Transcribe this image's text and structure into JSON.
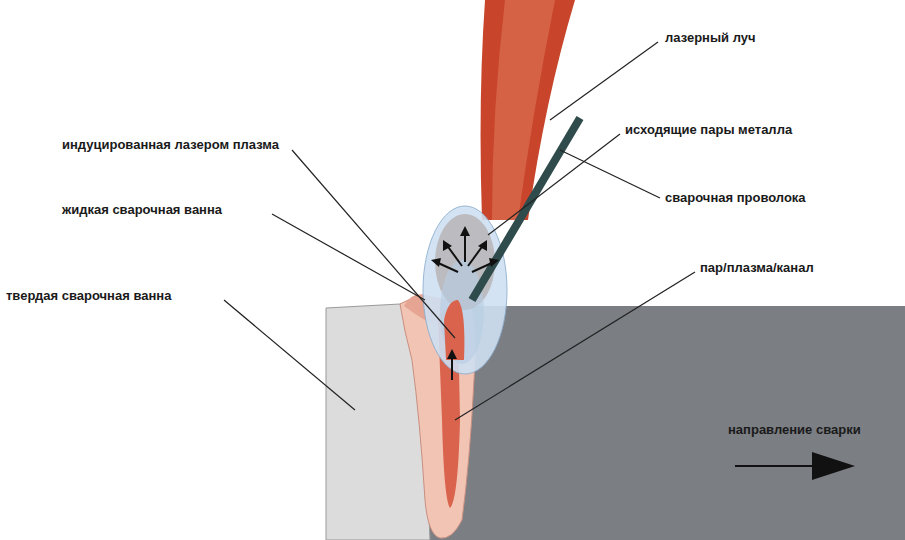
{
  "diagram": {
    "labels": [
      "лазерный луч",
      "исходящие пары металла",
      "индуцированная лазером плазма",
      "сварочная проволока",
      "жидкая сварочная ванна",
      "пар/плазма/канал",
      "твердая сварочная ванна",
      "направление сварки"
    ]
  }
}
